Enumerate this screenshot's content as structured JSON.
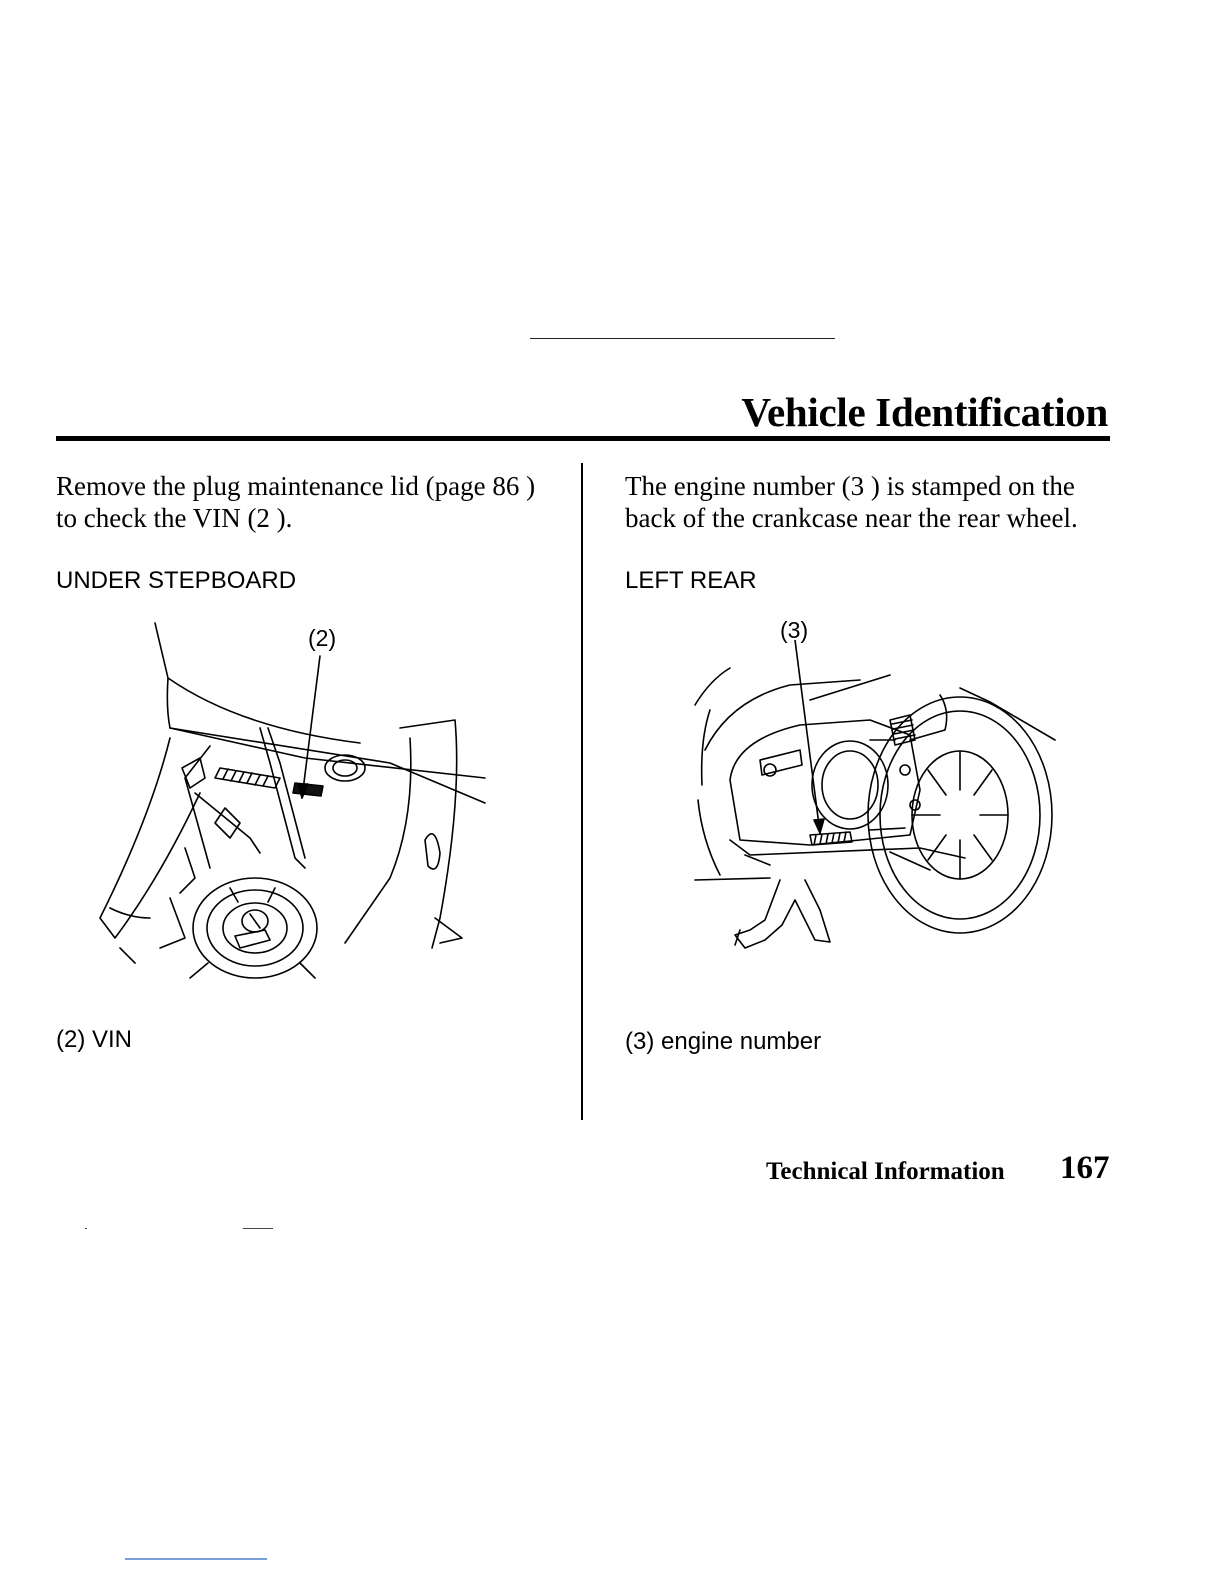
{
  "title": "Vehicle Identification",
  "left_column": {
    "paragraph": "Remove the plug maintenance lid (page 86 ) to check the VIN (2 ).",
    "heading": "UNDER STEPBOARD",
    "callout": "(2)",
    "caption": "(2) VIN"
  },
  "right_column": {
    "paragraph": "The engine number (3 ) is stamped on the back of the crankcase near the rear wheel.",
    "heading": "LEFT REAR",
    "callout": "(3)",
    "caption": "(3) engine number"
  },
  "footer": {
    "section": "Technical Information",
    "page_number": "167"
  }
}
